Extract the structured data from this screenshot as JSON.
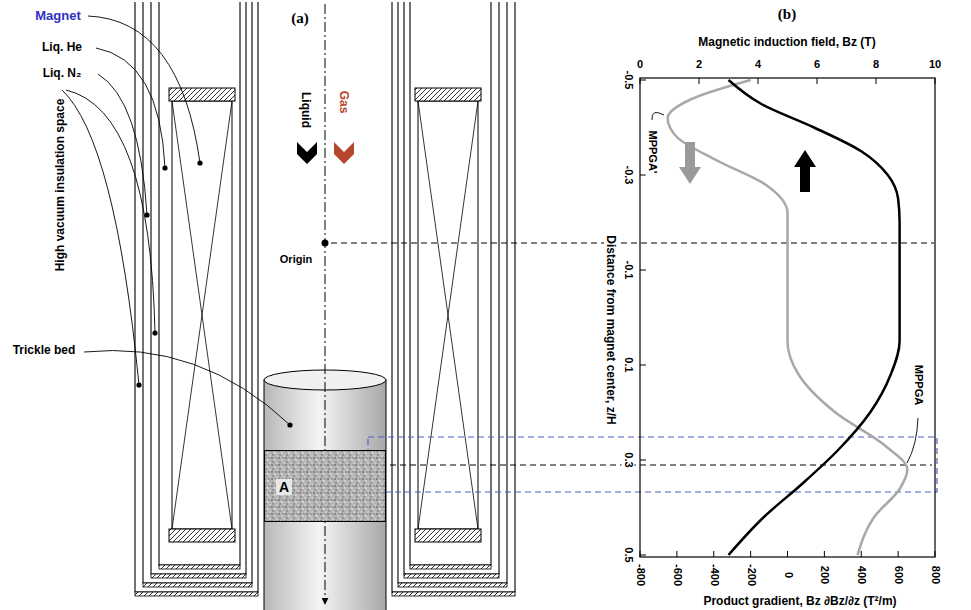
{
  "diagram": {
    "nodes": [
      {
        "text": [
          "A"
        ]
      }
    ],
    "labels": [
      "(a)",
      "Magnet",
      "Liq. He",
      "Liq. N₂",
      "High vacuum insulation space",
      "Trickle bed",
      "Liquid",
      "Gas",
      "Origin",
      "(b)",
      "Magnetic induction field, Bz (T)",
      "0",
      "2",
      "4",
      "6",
      "8",
      "10",
      "Distance from magnet center, z/H",
      "-0.5",
      "-0.3",
      "-0.1",
      "0.1",
      "0.3",
      "0.5",
      "Product gradient, Bz ∂Bz/∂z (T²/m)",
      "-800",
      "-600",
      "-400",
      "-200",
      "0",
      "200",
      "400",
      "600",
      "800",
      "MPPGA'",
      "MPPGA"
    ]
  }
}
